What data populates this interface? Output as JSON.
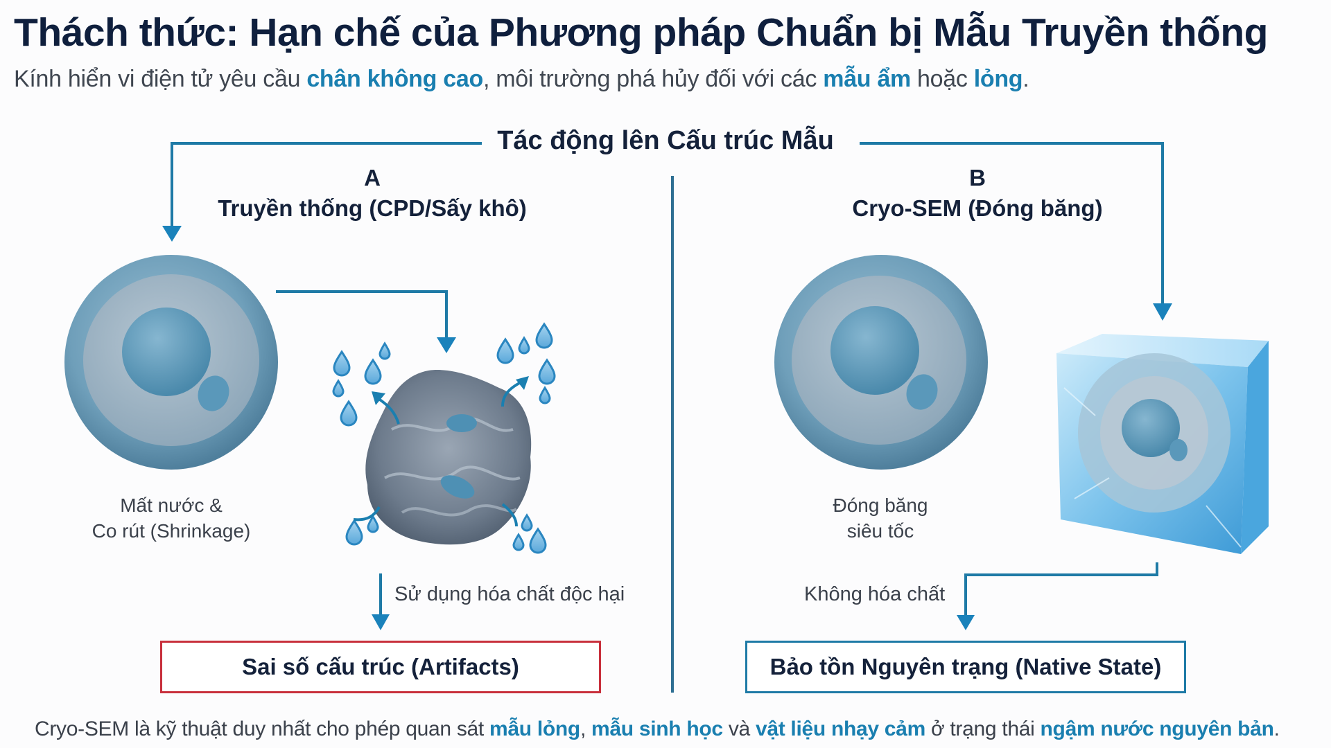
{
  "header": {
    "title": "Thách thức: Hạn chế của Phương pháp Chuẩn bị Mẫu Truyền thống",
    "subtitle": {
      "part1": "Kính hiển vi điện tử yêu cầu ",
      "hl1": "chân không cao",
      "part2": ", môi trường phá hủy đối với các ",
      "hl2": "mẫu ẩm",
      "part3": " hoặc ",
      "hl3": "lỏng",
      "part4": "."
    }
  },
  "section_title": "Tác động lên Cấu trúc Mẫu",
  "colors": {
    "accent": "#1a7fb0",
    "arrow": "#1e7aa6",
    "title": "#0f1f3d",
    "error_border": "#c8303c",
    "success_border": "#1e7aa6"
  },
  "column_a": {
    "letter": "A",
    "heading": "Truyền thống (CPD/Sấy khô)",
    "icons": [
      "cell-icon",
      "shrunken-cell-icon",
      "water-drop-icon"
    ],
    "caption_line1": "Mất nước &",
    "caption_line2": "Co rút (Shrinkage)",
    "step_label": "Sử dụng hóa chất độc hại",
    "result": "Sai số cấu trúc (Artifacts)"
  },
  "column_b": {
    "letter": "B",
    "heading": "Cryo-SEM (Đóng băng)",
    "icons": [
      "cell-icon",
      "ice-cube-cell-icon"
    ],
    "caption_line1": "Đóng băng",
    "caption_line2": "siêu tốc",
    "step_label": "Không hóa chất",
    "result": "Bảo tồn Nguyên trạng (Native State)"
  },
  "footer": {
    "part1": "Cryo-SEM là kỹ thuật duy nhất cho phép quan sát ",
    "hl1": "mẫu lỏng",
    "part2": ", ",
    "hl2": "mẫu sinh học",
    "part3": " và ",
    "hl3": "vật liệu nhạy cảm",
    "part4": " ở trạng thái ",
    "hl4": "ngậm nước nguyên bản",
    "part5": "."
  }
}
